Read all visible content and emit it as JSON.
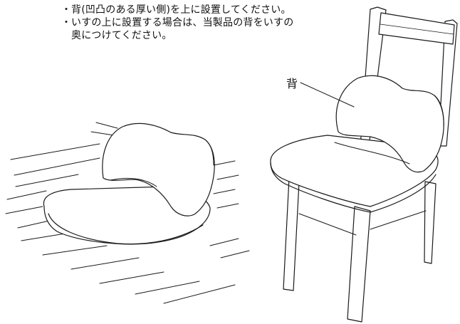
{
  "instructions": [
    {
      "bullet": "・",
      "text": "背(凹凸のある厚い側)を上に設置してください。"
    },
    {
      "bullet": "・",
      "text": "いすの上に設置する場合は、当製品の背をいすの",
      "text2": "奥につけてください。"
    }
  ],
  "callout": {
    "label": "背"
  },
  "icons": {
    "floor_illustration": "seat-cushion-on-floor",
    "chair_illustration": "seat-cushion-on-chair"
  },
  "colors": {
    "line": "#1a1a1a",
    "fill": "#ffffff"
  }
}
